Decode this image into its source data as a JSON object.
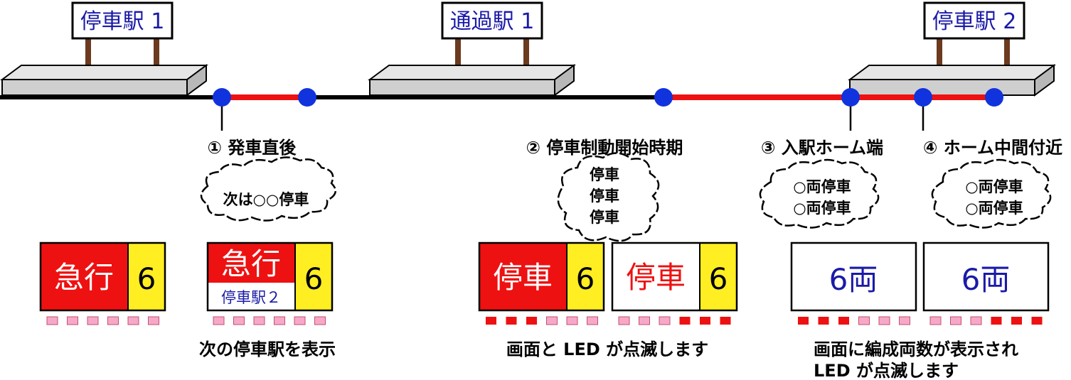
{
  "stations": [
    {
      "name": "停車駅 1"
    },
    {
      "name": "通過駅 1"
    },
    {
      "name": "停車駅 2"
    }
  ],
  "points": [
    {
      "caption": "① 発車直後",
      "cloud": [
        "次は○○停車"
      ]
    },
    {
      "caption": "② 停車制動開始時期",
      "cloud": [
        "停車",
        "停車",
        "停車"
      ]
    },
    {
      "caption": "③ 入駅ホーム端",
      "cloud": [
        "○両停車",
        "○両停車"
      ]
    },
    {
      "caption": "④ ホーム中間付近",
      "cloud": [
        "○両停車",
        "○両停車"
      ]
    }
  ],
  "displays": [
    {
      "main": "急行",
      "number": "6",
      "main_color": "#ee1111",
      "main_text_color": "#ffffff",
      "number_bg": "#ffee22",
      "leds": [
        "off",
        "off",
        "off",
        "off",
        "off",
        "off"
      ]
    },
    {
      "main": "急行",
      "sub": "停車駅２",
      "number": "6",
      "main_color": "#ee1111",
      "main_text_color": "#ffffff",
      "number_bg": "#ffee22",
      "leds": [
        "off",
        "off",
        "off",
        "off",
        "off",
        "off"
      ]
    },
    {
      "main": "停車",
      "number": "6",
      "main_color": "#ee1111",
      "main_text_color": "#ffffff",
      "number_bg": "#ffee22",
      "leds": [
        "on",
        "on",
        "on",
        "off",
        "off",
        "off"
      ]
    },
    {
      "main": "停車",
      "number": "6",
      "main_color": "#ffffff",
      "main_text_color": "#ee1111",
      "number_bg": "#ffee22",
      "leds": [
        "off",
        "off",
        "off",
        "on",
        "on",
        "on"
      ]
    },
    {
      "main": "6両",
      "leds": [
        "on",
        "on",
        "on",
        "off",
        "off",
        "off"
      ]
    },
    {
      "main": "6両",
      "leds": [
        "off",
        "off",
        "off",
        "on",
        "on",
        "on"
      ]
    }
  ],
  "notes": [
    {
      "lines": [
        "次の停車駅を表示"
      ]
    },
    {
      "lines": [
        "画面と LED が点滅します"
      ]
    },
    {
      "lines": [
        "画面に編成両数が表示され",
        "LED が点滅します"
      ]
    }
  ],
  "colors": {
    "track": "#000000",
    "active_track": "#ee1111",
    "dot": "#1133dd",
    "platform": "#d0d0d0",
    "sign_post": "#6b3a1f",
    "led_off": "#f7a8c8",
    "led_on": "#ee1111",
    "blue_text": "#1a1aa8"
  }
}
